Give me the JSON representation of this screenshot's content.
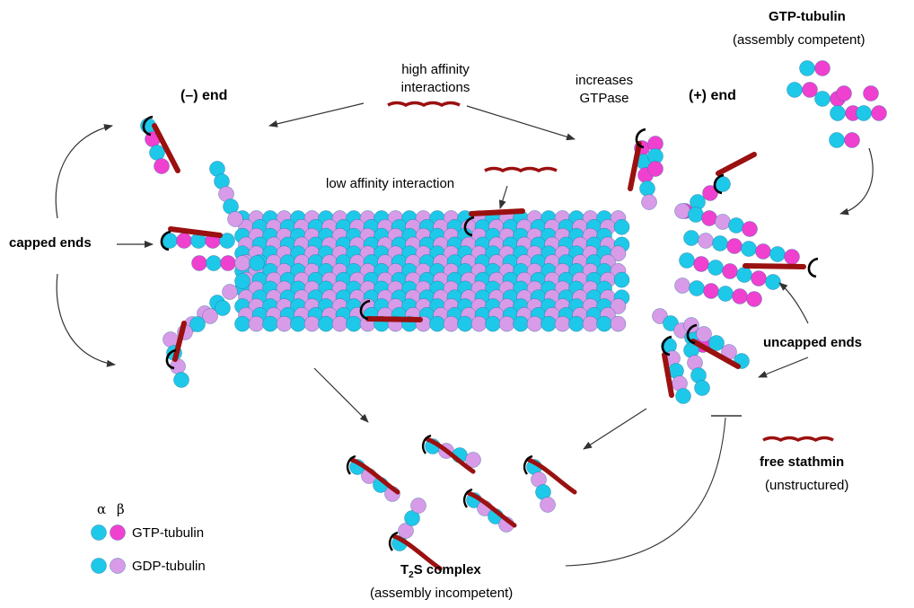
{
  "labels": {
    "minus_end": "(–) end",
    "plus_end": "(+) end",
    "gtp_tubulin_title": "GTP-tubulin",
    "gtp_tubulin_sub": "(assembly competent)",
    "high_affinity": "high affinity\ninteractions",
    "increases_gtpase": "increases\nGTPase",
    "low_affinity": "low affinity interaction",
    "capped_ends": "capped ends",
    "uncapped_ends": "uncapped ends",
    "free_stathmin_title": "free stathmin",
    "free_stathmin_sub": "(unstructured)",
    "t2s_prefix": "T",
    "t2s_sub": "2",
    "t2s_suffix": "S complex",
    "t2s_note": "(assembly incompetent)"
  },
  "legend": {
    "alpha": "α",
    "beta": "β",
    "gtp_label": "GTP-tubulin",
    "gdp_label": "GDP-tubulin"
  },
  "colors": {
    "alpha_tubulin": "#1ec8e8",
    "beta_gtp": "#f040d0",
    "beta_gdp": "#d79be8",
    "stathmin": "#9b1010",
    "arrow": "#333333"
  }
}
